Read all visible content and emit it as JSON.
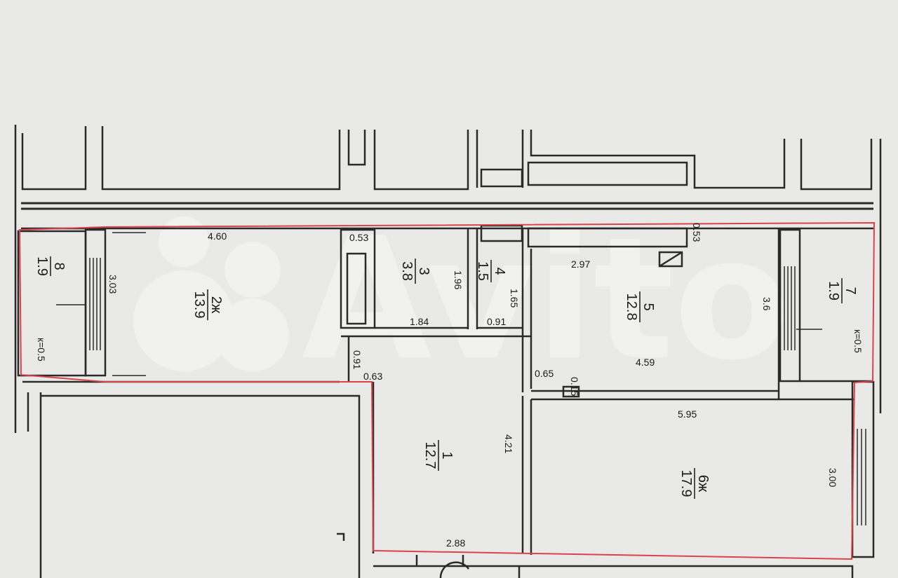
{
  "colors": {
    "paper": "#e9e9e7",
    "wall": "#2a2a2a",
    "outline": "#d8444a",
    "watermark": "#f7f7f6"
  },
  "watermark": {
    "text": "Avito"
  },
  "rooms": [
    {
      "id": "1",
      "number": "1",
      "area": "12.7"
    },
    {
      "id": "2",
      "number": "2ж",
      "area": "13.9"
    },
    {
      "id": "3",
      "number": "3",
      "area": "3.8"
    },
    {
      "id": "4",
      "number": "4",
      "area": "1.5"
    },
    {
      "id": "5",
      "number": "5",
      "area": "12.8"
    },
    {
      "id": "6",
      "number": "6ж",
      "area": "17.9"
    },
    {
      "id": "7",
      "number": "7",
      "area": "1.9"
    },
    {
      "id": "8",
      "number": "8",
      "area": "1.9"
    }
  ],
  "dimensions": {
    "d_4_60": "4.60",
    "d_3_03": "3.03",
    "d_k05_left": "к=0.5",
    "d_0_53_a": "0.53",
    "d_1_96": "1.96",
    "d_1_84": "1.84",
    "d_1_65": "1.65",
    "d_0_91_a": "0.91",
    "d_0_91_b": "0.91",
    "d_0_63": "0.63",
    "d_0_53_b": "0.53",
    "d_2_97": "2.97",
    "d_3_6": "3.6",
    "d_4_59": "4.59",
    "d_0_65": "0.65",
    "d_0_15": "0.15",
    "d_k05_right": "к=0.5",
    "d_5_95": "5.95",
    "d_4_21": "4.21",
    "d_3_00": "3.00",
    "d_2_88": "2.88"
  }
}
